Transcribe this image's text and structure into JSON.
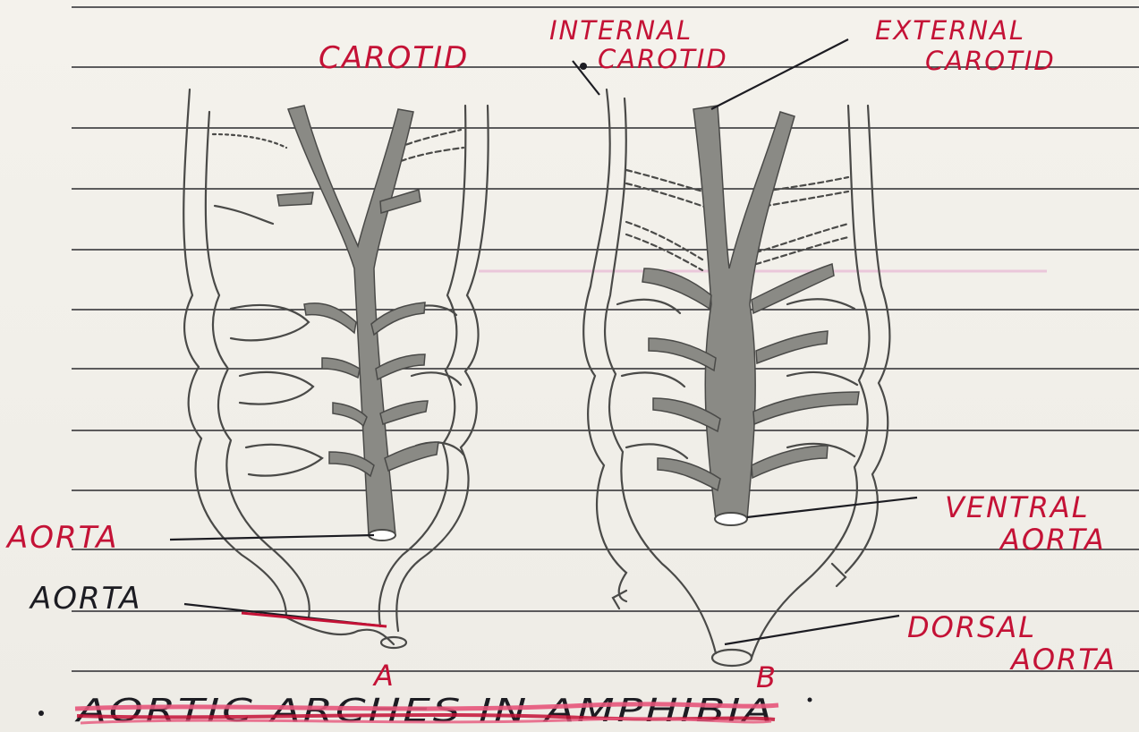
{
  "diagram_title": "AORTIC ARCHES IN AMPHIBIA",
  "labels": {
    "carotid": "CAROTID",
    "internal_carotid_line1": "INTERNAL",
    "internal_carotid_line2": "CAROTID",
    "external_carotid_line1": "EXTERNAL",
    "external_carotid_line2": "CAROTID",
    "aorta_a_1": "AORTA",
    "aorta_a_2": "AORTA",
    "ventral_aorta_line1": "VENTRAL",
    "ventral_aorta_line2": "AORTA",
    "dorsal_aorta_line1": "DORSAL",
    "dorsal_aorta_line2": "AORTA",
    "figure_a": "A",
    "figure_b": "B"
  },
  "colors": {
    "paper": "#f1efe9",
    "ruled_line": "#2a2a2e",
    "red_ink": "#c41236",
    "black_ink": "#1c1c22",
    "pencil_fill": "#8a8a85",
    "pencil_outline": "#4a4a48",
    "strike_pink": "#e6557a"
  }
}
